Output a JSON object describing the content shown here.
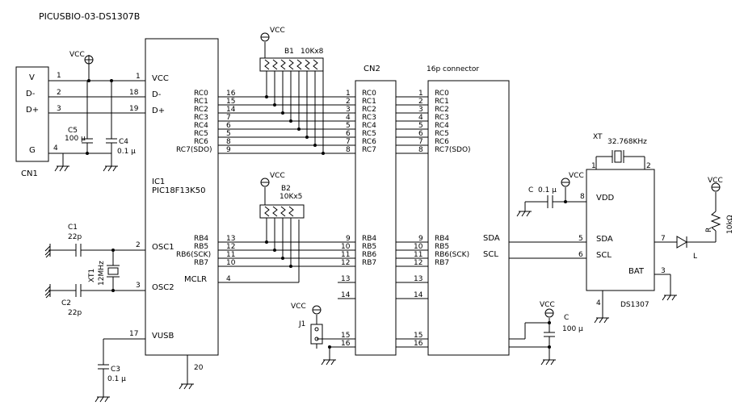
{
  "title": "PICUSBIO-03-DS1307B",
  "components": {
    "cn1": {
      "ref": "CN1",
      "pins": [
        "V",
        "D-",
        "D+",
        "G"
      ],
      "pin_numbers": [
        "1",
        "2",
        "3",
        "4"
      ]
    },
    "ic1": {
      "ref": "IC1",
      "part": "PIC18F13K50",
      "left_pins": [
        {
          "label": "VCC",
          "num": "1"
        },
        {
          "label": "D-",
          "num": "18"
        },
        {
          "label": "D+",
          "num": "19"
        },
        {
          "label": "OSC1",
          "num": "2"
        },
        {
          "label": "OSC2",
          "num": "3"
        },
        {
          "label": "VUSB",
          "num": "17"
        }
      ],
      "right_pins_top": [
        {
          "label": "RC0",
          "num": "16"
        },
        {
          "label": "RC1",
          "num": "15"
        },
        {
          "label": "RC2",
          "num": "14"
        },
        {
          "label": "RC3",
          "num": "7"
        },
        {
          "label": "RC4",
          "num": "6"
        },
        {
          "label": "RC5",
          "num": "5"
        },
        {
          "label": "RC6",
          "num": "8"
        },
        {
          "label": "RC7(SDO)",
          "num": "9"
        }
      ],
      "right_pins_bottom": [
        {
          "label": "RB4",
          "num": "13"
        },
        {
          "label": "RB5",
          "num": "12"
        },
        {
          "label": "RB6(SCK)",
          "num": "11"
        },
        {
          "label": "RB7",
          "num": "10"
        },
        {
          "label": "MCLR",
          "num": "4"
        }
      ],
      "gnd_num": "20"
    },
    "cn2": {
      "ref": "CN2",
      "left_nums": [
        "1",
        "2",
        "3",
        "4",
        "5",
        "6",
        "7",
        "8",
        "9",
        "10",
        "11",
        "12",
        "13",
        "14",
        "15",
        "16"
      ],
      "right_nums": [
        "1",
        "2",
        "3",
        "4",
        "5",
        "6",
        "7",
        "8",
        "9",
        "10",
        "11",
        "12",
        "13",
        "14",
        "15",
        "16"
      ],
      "pin_labels": [
        "RC0",
        "RC1",
        "RC2",
        "RC3",
        "RC4",
        "RC5",
        "RC6",
        "RC7",
        "RB4",
        "RB5",
        "RB6",
        "RB7"
      ]
    },
    "conn16": {
      "title": "16p connector",
      "labels": [
        "RC0",
        "RC1",
        "RC2",
        "RC3",
        "RC4",
        "RC5",
        "RC6",
        "RC7(SDO)",
        "RB4",
        "RB5",
        "RB6(SCK)",
        "RB7"
      ],
      "sda": "SDA",
      "scl": "SCL"
    },
    "b1": {
      "ref": "B1",
      "value": "10Kx8"
    },
    "b2": {
      "ref": "B2",
      "value": "10Kx5"
    },
    "c1": {
      "ref": "C1",
      "value": "22p"
    },
    "c2": {
      "ref": "C2",
      "value": "22p"
    },
    "c3": {
      "ref": "C3",
      "value": "0.1 μ"
    },
    "c4": {
      "ref": "C4",
      "value": "0.1 μ"
    },
    "c5": {
      "ref": "C5",
      "value": "100 μ"
    },
    "xt1": {
      "ref": "XT1",
      "value": "12MHz"
    },
    "j1": {
      "ref": "J1"
    },
    "ds1307": {
      "ref": "DS1307",
      "pins": [
        {
          "label": "VDD",
          "num": "8"
        },
        {
          "label": "SDA",
          "num": "5"
        },
        {
          "label": "SCL",
          "num": "6"
        },
        {
          "label": "BAT",
          "num": "3"
        }
      ],
      "top_nums": [
        "1",
        "2"
      ],
      "sqw_num": "7",
      "gnd_num": "4"
    },
    "xt": {
      "ref": "XT",
      "value": "32.768KHz"
    },
    "c_rtc": {
      "ref": "C",
      "value": "0.1 μ"
    },
    "c_bulk": {
      "ref": "C",
      "value": "100 μ"
    },
    "r": {
      "ref": "R",
      "value": "10kΩ"
    },
    "led": {
      "ref": "L"
    }
  },
  "power_label": "VCC"
}
